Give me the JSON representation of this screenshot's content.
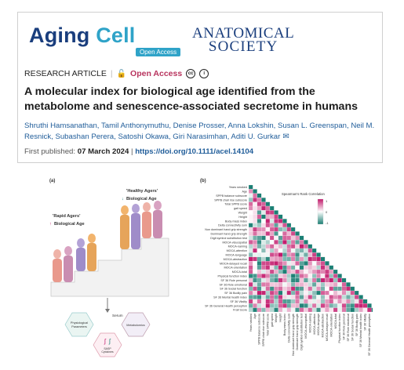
{
  "header": {
    "logo_aging_word": "Aging",
    "logo_cell_word": "Cell",
    "logo_oa_pill": "Open Access",
    "anatomical_line1": "ANATOMICAL",
    "anatomical_line2": "SOCIETY",
    "article_type": "RESEARCH ARTICLE",
    "open_access": "Open Access",
    "title": "A molecular index for biological age identified from the metabolome and senescence-associated secretome in humans",
    "authors": "Shruthi Hamsanathan, Tamil Anthonymuthu, Denise Prosser, Anna Lokshin, Susan L. Greenspan, Neil M. Resnick, Subashan Perera, Satoshi Okawa, Giri Narasimhan, Aditi U. Gurkar",
    "first_published_label": "First published:",
    "first_published_date": "07 March 2024",
    "doi": "https://doi.org/10.1111/acel.14104"
  },
  "figure_a": {
    "label": "(a)",
    "healthy_title": "'Healthy Agers'",
    "healthy_sub": "Biological Age",
    "rapid_title": "'Rapid Agers'",
    "rapid_sub": "Biological Age",
    "serum": "Serum",
    "hex_physio": "Physiological Parameters",
    "hex_metab": "Metabolomics",
    "hex_sasp": "SASP Cytokines"
  },
  "figure_b": {
    "label": "(b)",
    "legend_title": "Spearman's Rank Correlation",
    "legend_ticks": [
      "1",
      "0",
      "-1"
    ],
    "variables": [
      "Years smoked",
      "Age",
      "SPPB balance subscore",
      "SPPB chair rise subscore",
      "Total SPPB score",
      "gait speed",
      "Weight",
      "Height",
      "Body mass index",
      "Delta connectivity sum",
      "Non dominant hand grip strength",
      "Dominant hand grip strength",
      "Digit symbol substitution test",
      "MOCA-visuospatial",
      "MOCA-naming",
      "MOCA-attention",
      "MOCA-language",
      "MOCA-abstraction",
      "MOCA-delayed recall",
      "MOCA-orientation",
      "MOCA-total",
      "Physical function index",
      "SF 36 Role personal",
      "SF 36 Role emotional",
      "SF 36 Social function",
      "SF 36 Bodily pain",
      "SF 36 Mental health index",
      "SF 36 Vitality",
      "SF 36 General Health perception",
      "Frail Score"
    ],
    "colors": {
      "positive": "#c2186b",
      "zero": "#ffffff",
      "negative": "#1b7f74"
    }
  }
}
